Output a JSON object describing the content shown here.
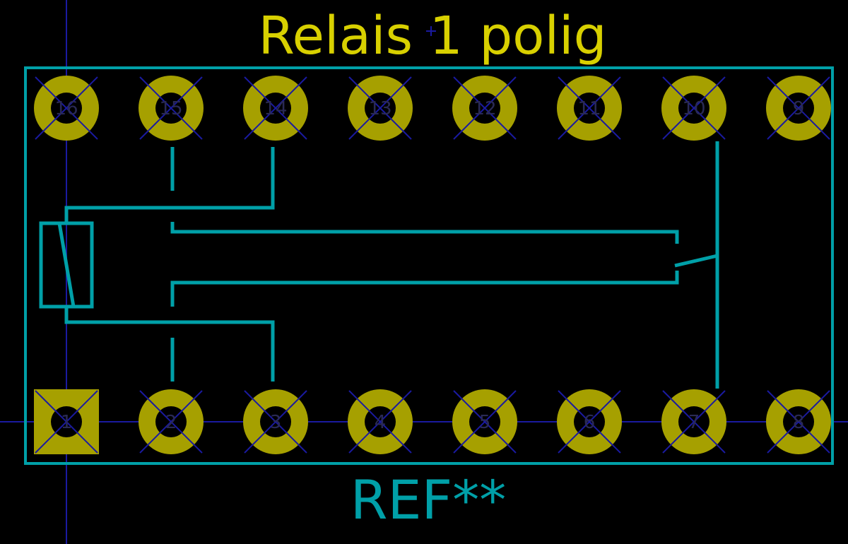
{
  "footprint": {
    "value_text": "Relais 1 polig",
    "reference_text": "REF**"
  },
  "pads_top": [
    "16",
    "15",
    "14",
    "13",
    "12",
    "11",
    "10",
    "9"
  ],
  "pads_bottom": [
    "1",
    "2",
    "3",
    "4",
    "5",
    "6",
    "7",
    "8"
  ],
  "colors": {
    "background": "#000000",
    "pad_copper": "#a6a000",
    "silkscreen_value": "#d8d000",
    "fab_outline": "#00a0a8",
    "grid_axis": "#1a1aa0",
    "pad_number": "#2a2a55",
    "drill_hole": "#000000"
  }
}
